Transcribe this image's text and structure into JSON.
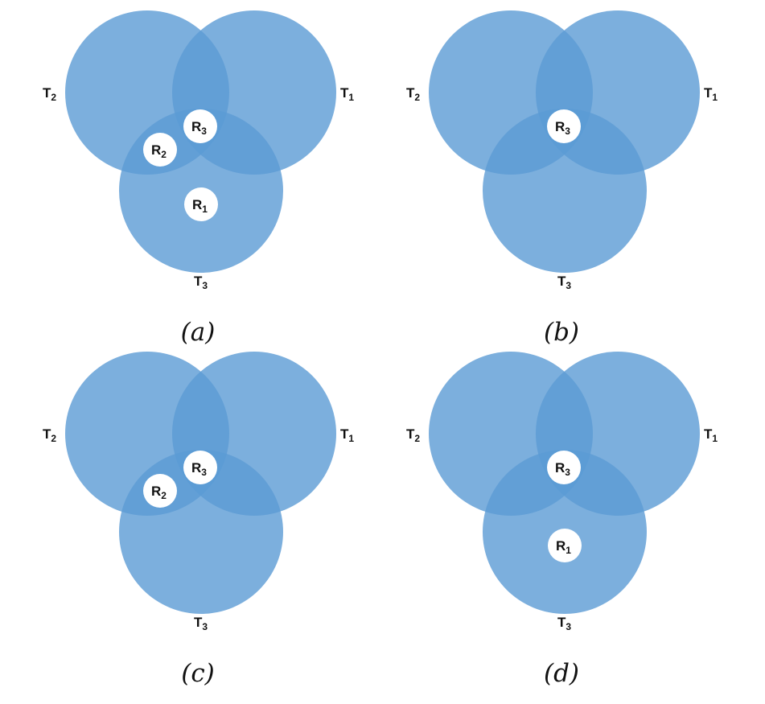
{
  "panels": [
    {
      "caption": "(a)",
      "targets": [
        {
          "letter": "T",
          "sub": "1"
        },
        {
          "letter": "T",
          "sub": "2"
        },
        {
          "letter": "T",
          "sub": "3"
        }
      ],
      "regions": [
        {
          "letter": "R",
          "sub": "3"
        },
        {
          "letter": "R",
          "sub": "2"
        },
        {
          "letter": "R",
          "sub": "1"
        }
      ]
    },
    {
      "caption": "(b)",
      "targets": [
        {
          "letter": "T",
          "sub": "1"
        },
        {
          "letter": "T",
          "sub": "2"
        },
        {
          "letter": "T",
          "sub": "3"
        }
      ],
      "regions": [
        {
          "letter": "R",
          "sub": "3"
        }
      ]
    },
    {
      "caption": "(c)",
      "targets": [
        {
          "letter": "T",
          "sub": "1"
        },
        {
          "letter": "T",
          "sub": "2"
        },
        {
          "letter": "T",
          "sub": "3"
        }
      ],
      "regions": [
        {
          "letter": "R",
          "sub": "3"
        },
        {
          "letter": "R",
          "sub": "2"
        }
      ]
    },
    {
      "caption": "(d)",
      "targets": [
        {
          "letter": "T",
          "sub": "1"
        },
        {
          "letter": "T",
          "sub": "2"
        },
        {
          "letter": "T",
          "sub": "3"
        }
      ],
      "regions": [
        {
          "letter": "R",
          "sub": "3"
        },
        {
          "letter": "R",
          "sub": "1"
        }
      ]
    }
  ],
  "colors": {
    "circle": "#5b9bd5",
    "region": "#ffffff"
  }
}
